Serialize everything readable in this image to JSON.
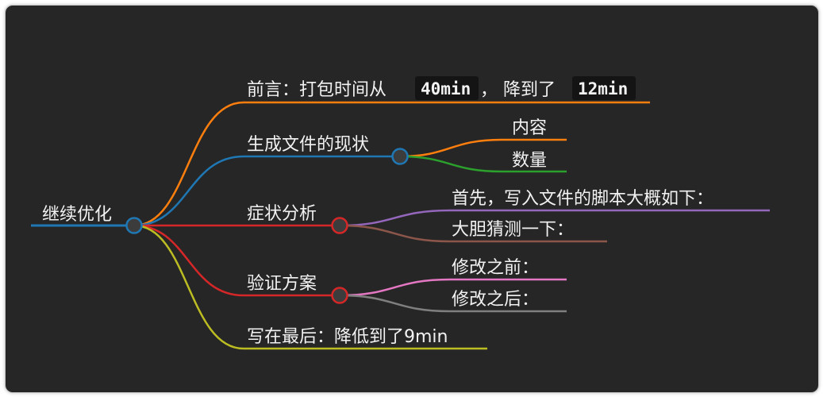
{
  "mindmap": {
    "root": {
      "label": "继续优化",
      "color": "#1f77b4"
    },
    "branches": [
      {
        "id": "intro",
        "parts": [
          {
            "text": "前言：打包时间从 ",
            "code": false
          },
          {
            "text": "40min",
            "code": true
          },
          {
            "text": " ， 降到了 ",
            "code": false
          },
          {
            "text": "12min",
            "code": true
          }
        ],
        "color": "#ff7f0e",
        "children": []
      },
      {
        "id": "status",
        "label": "生成文件的现状",
        "color": "#1f77b4",
        "children": [
          {
            "label": "内容",
            "color": "#ff7f0e"
          },
          {
            "label": "数量",
            "color": "#2ca02c"
          }
        ]
      },
      {
        "id": "analysis",
        "label": "症状分析",
        "color": "#d62728",
        "children": [
          {
            "label": "首先，写入文件的脚本大概如下：",
            "color": "#9467bd"
          },
          {
            "label": "大胆猜测一下：",
            "color": "#8c564b"
          }
        ]
      },
      {
        "id": "verify",
        "label": "验证方案",
        "color": "#d62728",
        "children": [
          {
            "label": "修改之前：",
            "color": "#e377c2"
          },
          {
            "label": "修改之后：",
            "color": "#7f7f7f"
          }
        ]
      },
      {
        "id": "final",
        "label": "写在最后：降低到了9min",
        "color": "#bcbd22",
        "children": []
      }
    ]
  }
}
